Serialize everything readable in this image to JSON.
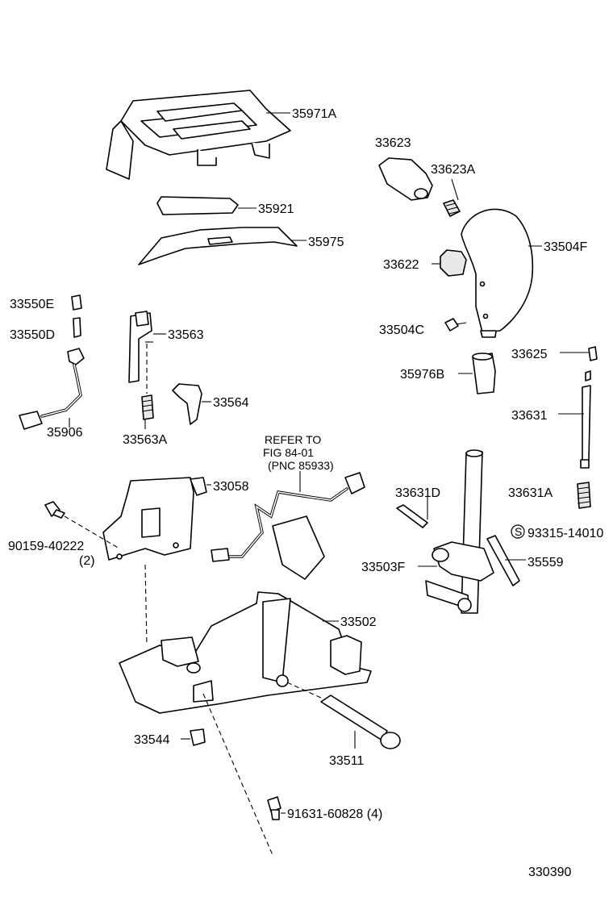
{
  "labels": {
    "l35971a": "35971A",
    "l35921": "35921",
    "l35975": "35975",
    "l33623": "33623",
    "l33623a": "33623A",
    "l33504f": "33504F",
    "l33622": "33622",
    "l33504c": "33504C",
    "l33625": "33625",
    "l35976b": "35976B",
    "l33631": "33631",
    "l33550e": "33550E",
    "l33550d": "33550D",
    "l33563": "33563",
    "l33564": "33564",
    "l35906": "35906",
    "l33563a": "33563A",
    "refer1": "REFER TO",
    "refer2": "FIG 84-01",
    "refer3": "(PNC 85933)",
    "l33058": "33058",
    "l33631d": "33631D",
    "l33631a": "33631A",
    "l93315": "93315-14010",
    "l93315_mark": "S",
    "l90159": "90159-40222",
    "l90159_qty": "(2)",
    "l33503f": "33503F",
    "l35559": "35559",
    "l33502": "33502",
    "l33544": "33544",
    "l33511": "33511",
    "l91631": "91631-60828 (4)",
    "catalog": "330390"
  }
}
